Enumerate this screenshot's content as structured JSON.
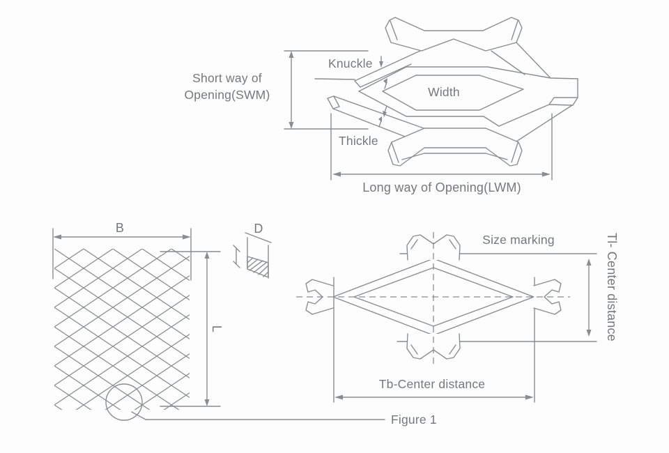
{
  "colors": {
    "line": "#8a8d90",
    "text": "#75787b",
    "background": "#fdfdfd"
  },
  "top_figure": {
    "short_way_line1": "Short way of",
    "short_way_line2": "Opening(SWM)",
    "knuckle_label": "Knuckle",
    "width_label": "Width",
    "thickle_label": "Thickle",
    "long_way_label": "Long way of Opening(LWM)"
  },
  "sheet_figure": {
    "width_label": "B",
    "length_label": "L",
    "thickness_label": "D"
  },
  "cell_figure": {
    "size_marking_label": "Size marking",
    "tl_label": "Tl- Center distance",
    "tb_label": "Tb-Center distance"
  },
  "caption": {
    "figure_label": "Figure 1"
  }
}
